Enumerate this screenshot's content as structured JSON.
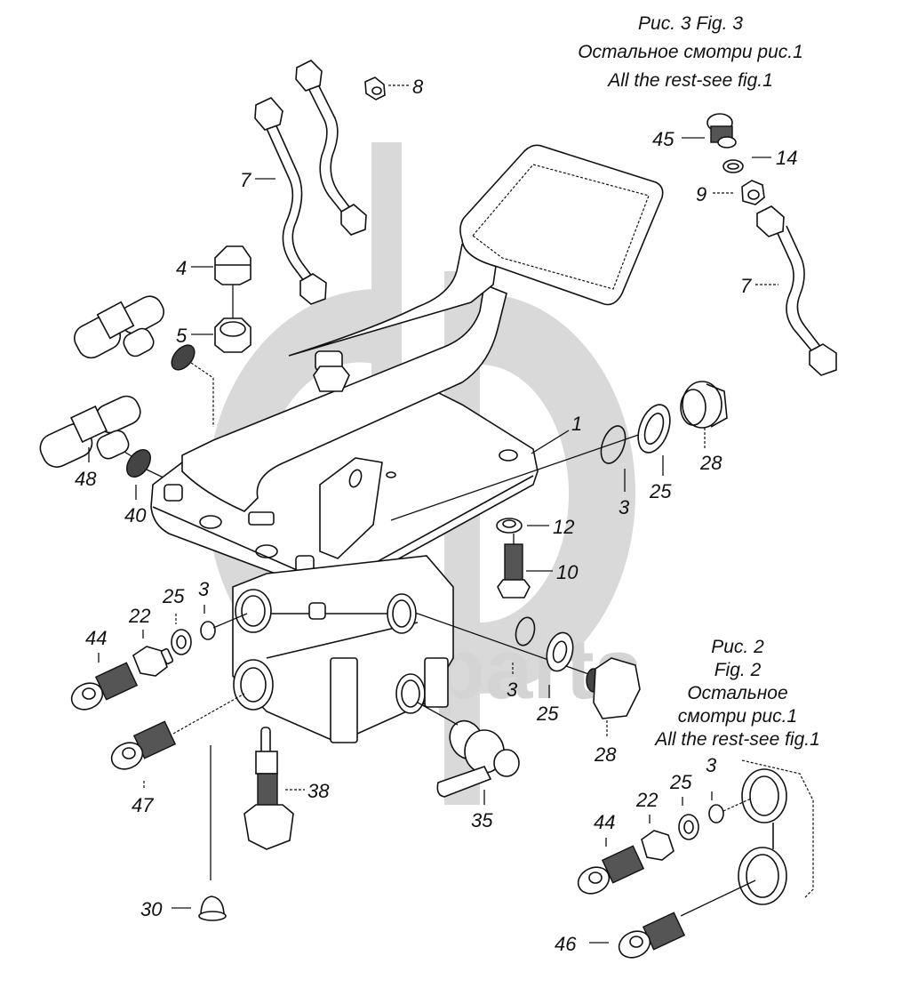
{
  "watermark": {
    "logo": "dp-logo",
    "text": "data-parts",
    "color": "#d9d9d9"
  },
  "captions": {
    "fig3": {
      "line1": "Рис. 3 Fig. 3",
      "line2": "Остальное смотри рис.1",
      "line3": "All the rest-see fig.1"
    },
    "fig2": {
      "line1": "Рис. 2",
      "line2": "Fig. 2",
      "line3": "Остальное",
      "line4": "смотри рис.1",
      "line5": "All the rest-see fig.1"
    }
  },
  "callouts": [
    {
      "id": "c8",
      "label": "8",
      "part": "nut"
    },
    {
      "id": "c7a",
      "label": "7",
      "part": "pipe"
    },
    {
      "id": "c4",
      "label": "4",
      "part": "cap-nut"
    },
    {
      "id": "c5",
      "label": "5",
      "part": "nut"
    },
    {
      "id": "c48",
      "label": "48",
      "part": "cross-fitting"
    },
    {
      "id": "c40",
      "label": "40",
      "part": "filter-disc"
    },
    {
      "id": "c1",
      "label": "1",
      "part": "brake-valve-body"
    },
    {
      "id": "c3a",
      "label": "3",
      "part": "o-ring"
    },
    {
      "id": "c25a",
      "label": "25",
      "part": "washer"
    },
    {
      "id": "c28a",
      "label": "28",
      "part": "plug"
    },
    {
      "id": "c12",
      "label": "12",
      "part": "washer"
    },
    {
      "id": "c10",
      "label": "10",
      "part": "bolt"
    },
    {
      "id": "c45",
      "label": "45",
      "part": "connector"
    },
    {
      "id": "c14",
      "label": "14",
      "part": "washer"
    },
    {
      "id": "c9",
      "label": "9",
      "part": "nut"
    },
    {
      "id": "c7b",
      "label": "7",
      "part": "pipe"
    },
    {
      "id": "c44a",
      "label": "44",
      "part": "hose-connector"
    },
    {
      "id": "c22a",
      "label": "22",
      "part": "adapter"
    },
    {
      "id": "c25b",
      "label": "25",
      "part": "washer"
    },
    {
      "id": "c3b",
      "label": "3",
      "part": "o-ring"
    },
    {
      "id": "c47",
      "label": "47",
      "part": "hose-connector"
    },
    {
      "id": "c3c",
      "label": "3",
      "part": "o-ring"
    },
    {
      "id": "c25c",
      "label": "25",
      "part": "washer"
    },
    {
      "id": "c28b",
      "label": "28",
      "part": "plug"
    },
    {
      "id": "c38",
      "label": "38",
      "part": "switch"
    },
    {
      "id": "c35",
      "label": "35",
      "part": "drain-valve"
    },
    {
      "id": "c30",
      "label": "30",
      "part": "cap"
    },
    {
      "id": "c44b",
      "label": "44",
      "part": "hose-connector"
    },
    {
      "id": "c22b",
      "label": "22",
      "part": "adapter"
    },
    {
      "id": "c25d",
      "label": "25",
      "part": "washer"
    },
    {
      "id": "c3d",
      "label": "3",
      "part": "o-ring"
    },
    {
      "id": "c46",
      "label": "46",
      "part": "hose-connector"
    }
  ]
}
